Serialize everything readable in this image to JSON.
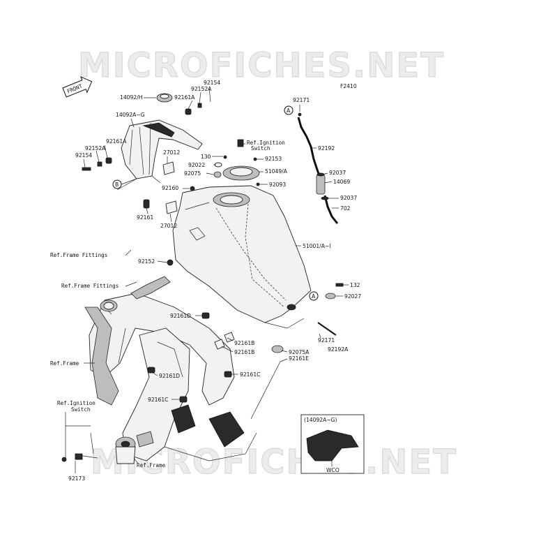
{
  "watermark": "MICROFICHES.NET",
  "figure_code": "F2410",
  "front_label": "FRONT",
  "circle_a": "A",
  "circle_b": "B",
  "inset": {
    "title": "(14092A~G)",
    "caption": "WCO"
  },
  "labels": {
    "p14092H": "14092/H",
    "p92154_top": "92154",
    "p92152A_top": "92152A",
    "p92161A_top": "92161A",
    "p14092AG": "14092A~G",
    "p92161A_left": "92161A",
    "p92152A_left": "92152A",
    "p92154_left": "92154",
    "p27012_a": "27012",
    "p92160": "92160",
    "p92161_left": "92161",
    "p27012_b": "27012",
    "p130": "130",
    "p92022": "92022",
    "p92075": "92075",
    "ref_ign_1": "Ref.Ignition",
    "ref_ign_1b": "Switch",
    "p92153": "92153",
    "p51049": "51049/A",
    "p92093": "92093",
    "p92171_top": "92171",
    "p92192": "92192",
    "p92037_a": "92037",
    "p14069": "14069",
    "p92037_b": "92037",
    "p702": "702",
    "p51001": "51001/A~I",
    "ref_ff_1": "Ref.Frame Fittings",
    "p92152": "92152",
    "ref_ff_2": "Ref.Frame Fittings",
    "p132": "132",
    "p92027": "92027",
    "p92161D_a": "92161D",
    "p92171_bot": "92171",
    "p92192A": "92192A",
    "p92161B_a": "92161B",
    "p92161B_b": "92161B",
    "p92075A": "92075A",
    "p92161E": "92161E",
    "ref_frame_1": "Ref.Frame",
    "p92161D_b": "92161D",
    "p92161C_a": "92161C",
    "p92161C_b": "92161C",
    "ref_ign_2": "Ref.Ignition",
    "ref_ign_2b": "Switch",
    "ref_frame_2": "Ref.Frame",
    "p92173": "92173"
  }
}
